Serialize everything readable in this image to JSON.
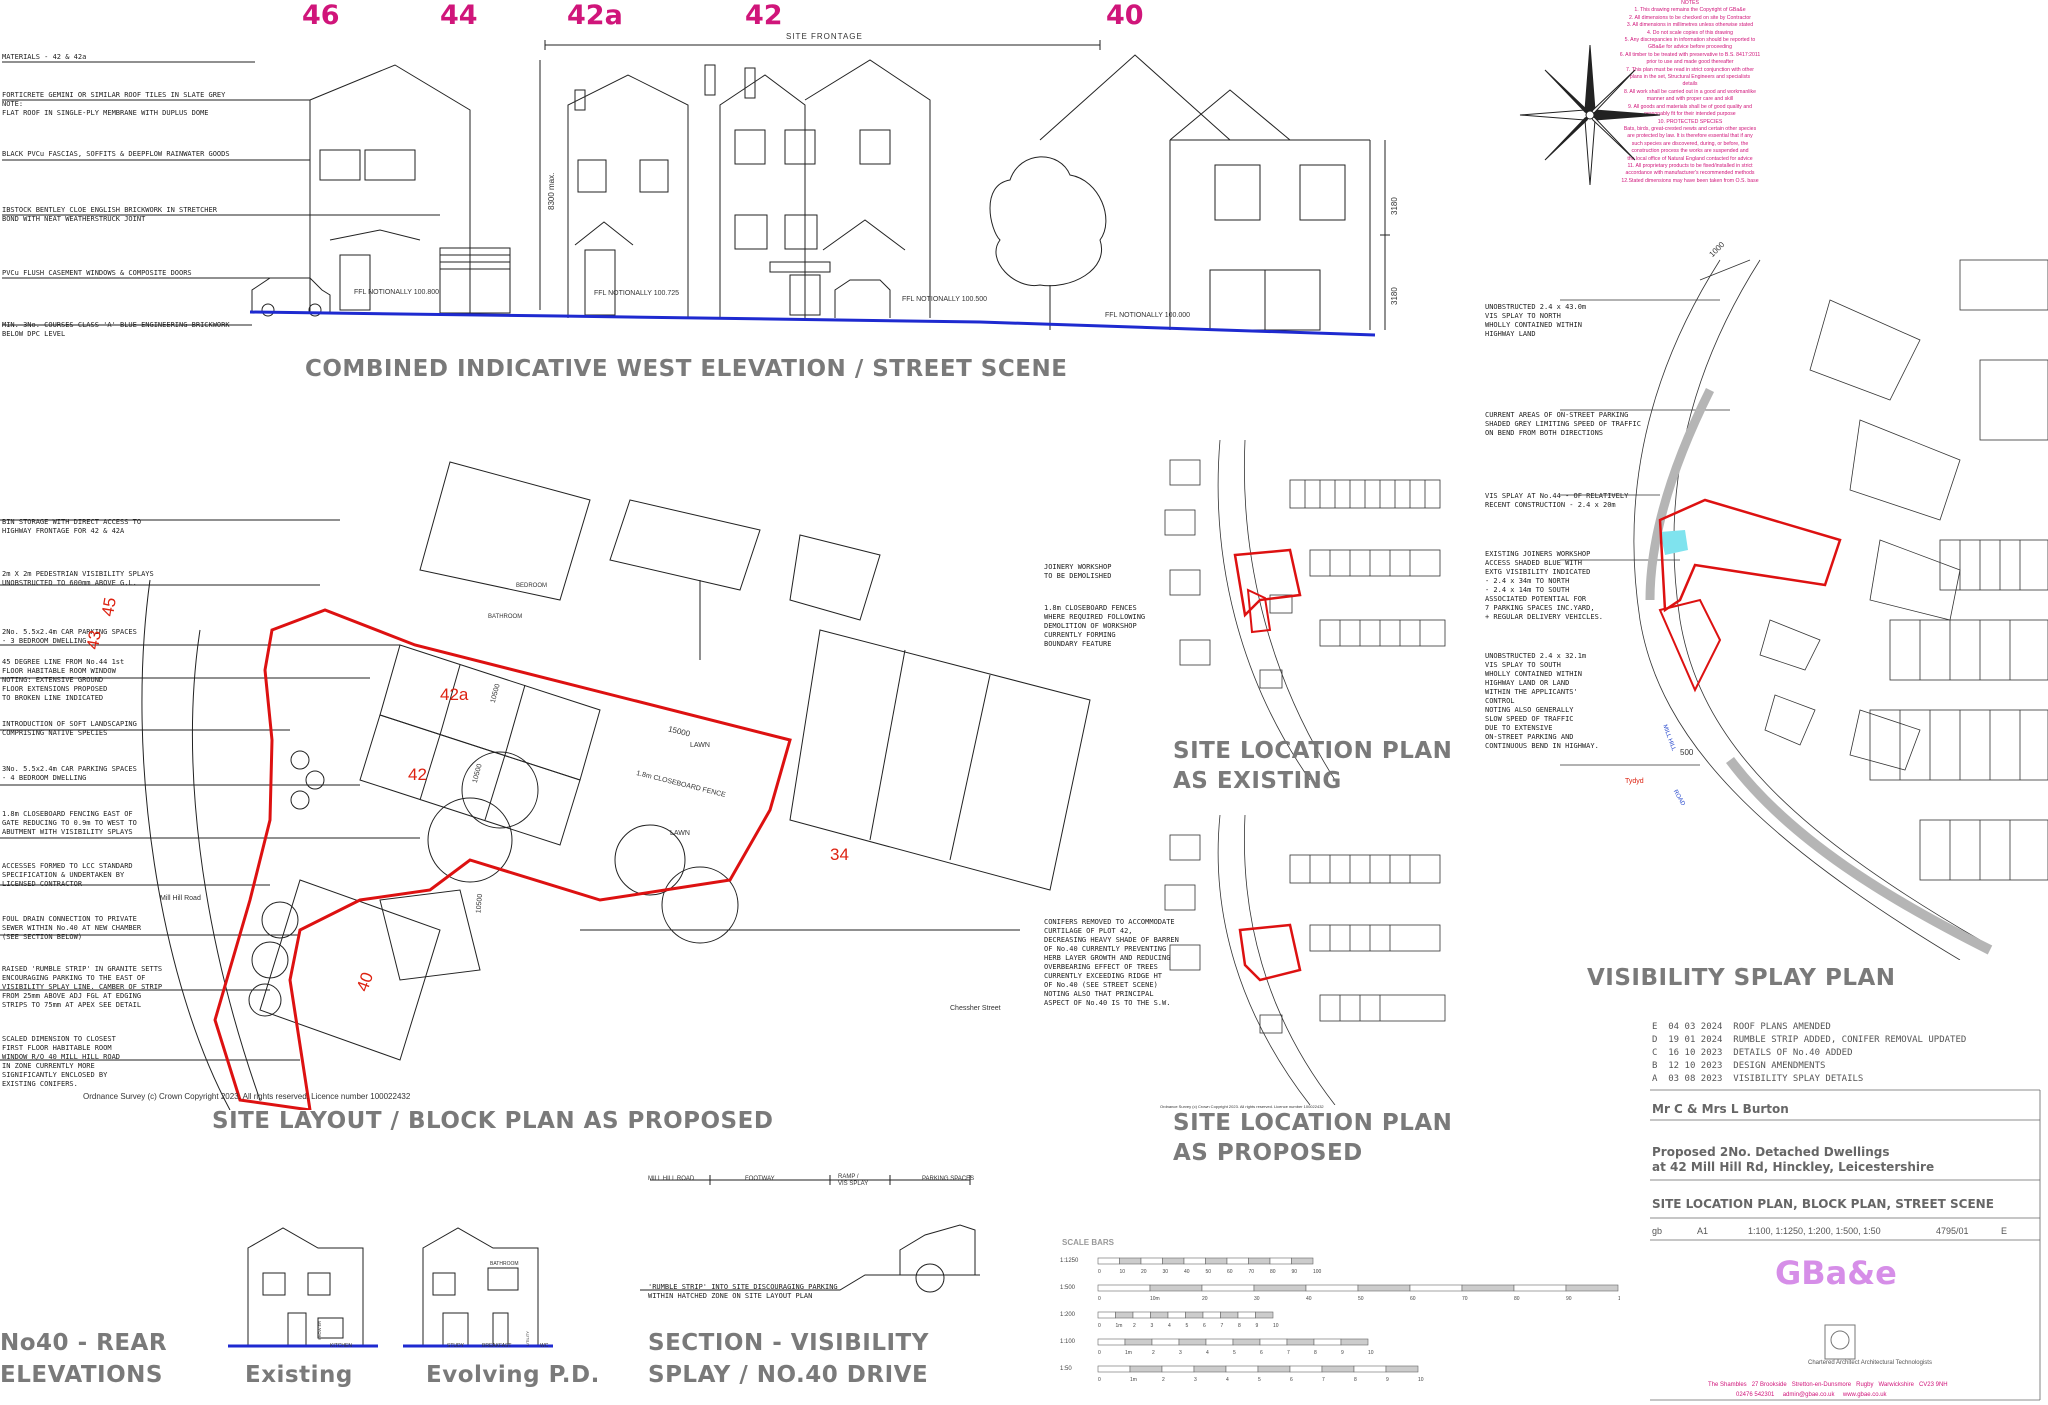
{
  "house_numbers": [
    "46",
    "44",
    "42a",
    "42",
    "40"
  ],
  "elevation": {
    "title": "COMBINED INDICATIVE WEST ELEVATION / STREET SCENE",
    "site_frontage": "SITE FRONTAGE",
    "height_label": "8300 max.",
    "dim_right_top": "3180",
    "dim_right_bottom": "3180",
    "ffl_1": "FFL NOTIONALLY 100.800",
    "ffl_2": "FFL NOTIONALLY 100.725",
    "ffl_3": "FFL NOTIONALLY 100.500",
    "ffl_4": "FFL NOTIONALLY 100.000",
    "notes": [
      "MATERIALS - 42 & 42a",
      "FORTICRETE GEMINI OR SIMILAR ROOF TILES IN SLATE GREY\nNOTE:\nFLAT ROOF IN SINGLE-PLY MEMBRANE WITH DUPLUS DOME",
      "BLACK PVCu FASCIAS, SOFFITS & DEEPFLOW RAINWATER GOODS",
      "IBSTOCK BENTLEY CLOE ENGLISH BRICKWORK IN STRETCHER\nBOND WITH NEAT WEATHERSTRUCK JOINT",
      "PVCu FLUSH CASEMENT WINDOWS & COMPOSITE DOORS",
      "MIN. 3No. COURSES CLASS 'A' BLUE ENGINEERING BRICKWORK\nBELOW DPC LEVEL"
    ]
  },
  "general_notes": [
    "NOTES",
    "1. This drawing remains the Copyright of GBa&e",
    "2. All dimensions to be checked on site by Contractor",
    "3. All dimensions in millimetres unless otherwise stated",
    "4. Do not scale copies of this drawing",
    "5. Any discrepancies in information should be reported to",
    "GBa&e for advice before proceeding",
    "6. All timber to be treated with preservative to B.S. 8417:2011",
    "prior to use and made good thereafter",
    "7. This plan must be read in strict conjunction with other",
    "plans in the set, Structural Engineers and specialists",
    "details",
    "8. All work shall be carried out in a good and workmanlike",
    "manner and with proper care and skill",
    "9. All goods and materials shall be of good quality and",
    "reasonably fit for their intended purpose",
    "10. PROTECTED SPECIES",
    "Bats, birds, great-crested newts and certain other species",
    "are protected by law. It is therefore essential that if any",
    "such species are discovered, during, or before, the",
    "construction process the works are suspended and",
    "the local office of Natural England contacted for advice",
    "11. All proprietary products to be fixed/installed in strict",
    "accordance with manufacturer's recommended methods",
    "12.Stated dimensions may have been taken from O.S. base"
  ],
  "block_plan": {
    "title": "SITE LAYOUT / BLOCK PLAN AS PROPOSED",
    "os_copyright": "Ordnance Survey (c) Crown Copyright 2023. All rights reserved. Licence number 100022432",
    "labels": {
      "plot_42a": "42a",
      "plot_42": "42",
      "plot_40": "40",
      "plot_34": "34",
      "plot_45": "45",
      "plot_43": "43",
      "lawn_1": "LAWN",
      "lawn_2": "LAWN",
      "dim_15000": "15000",
      "fence": "1.8m CLOSEBOARD FENCE",
      "mill_hill_road": "Mill Hill Road",
      "chessher_street": "Chessher Street",
      "bedroom": "BEDROOM",
      "bathroom": "BATHROOM",
      "dim_10500": "10500",
      "dim_10500b": "10500",
      "dim_10500c": "10500"
    },
    "notes": [
      "BIN STORAGE WITH DIRECT ACCESS TO\nHIGHWAY FRONTAGE FOR 42 & 42A",
      "2m X 2m PEDESTRIAN VISIBILITY SPLAYS\nUNOBSTRUCTED TO 600mm ABOVE G.L.",
      "2No. 5.5x2.4m CAR PARKING SPACES\n- 3 BEDROOM DWELLING",
      "45 DEGREE LINE FROM No.44 1st\nFLOOR HABITABLE ROOM WINDOW\nNOTING: EXTENSIVE GROUND\nFLOOR EXTENSIONS PROPOSED\nTO BROKEN LINE INDICATED",
      "INTRODUCTION OF SOFT LANDSCAPING\nCOMPRISING NATIVE SPECIES",
      "3No. 5.5x2.4m CAR PARKING SPACES\n- 4 BEDROOM DWELLING",
      "1.8m CLOSEBOARD FENCING EAST OF\nGATE REDUCING TO 0.9m TO WEST TO\nABUTMENT WITH VISIBILITY SPLAYS",
      "ACCESSES FORMED TO LCC STANDARD\nSPECIFICATION & UNDERTAKEN BY\nLICENSED CONTRACTOR",
      "FOUL DRAIN CONNECTION TO PRIVATE\nSEWER WITHIN No.40 AT NEW CHAMBER\n(SEE SECTION BELOW)",
      "RAISED 'RUMBLE STRIP' IN GRANITE SETTS\nENCOURAGING PARKING TO THE EAST OF\nVISIBILITY SPLAY LINE. CAMBER OF STRIP\nFROM 25mm ABOVE ADJ FGL AT EDGING\nSTRIPS TO 75mm AT APEX SEE DETAIL",
      "SCALED DIMENSION TO CLOSEST\nFIRST FLOOR HABITABLE ROOM\nWINDOW R/O 40 MILL HILL ROAD\nIN ZONE CURRENTLY MORE\nSIGNIFICANTLY ENCLOSED BY\nEXISTING CONIFERS."
    ]
  },
  "location_existing": {
    "title_line1": "SITE LOCATION PLAN",
    "title_line2": "AS EXISTING",
    "notes": [
      "JOINERY WORKSHOP\nTO BE DEMOLISHED",
      "1.8m CLOSEBOARD FENCES\nWHERE REQUIRED FOLLOWING\nDEMOLITION OF WORKSHOP\nCURRENTLY FORMING\nBOUNDARY FEATURE"
    ]
  },
  "location_proposed": {
    "title_line1": "SITE LOCATION PLAN",
    "title_line2": "AS PROPOSED",
    "os_note": "Ordnance Survey (c) Crown Copyright 2023. All rights reserved. Licence number 100022432",
    "note": "CONIFERS REMOVED TO ACCOMMODATE\nCURTILAGE OF PLOT 42,\nDECREASING HEAVY SHADE OF BARREN\nOF No.40 CURRENTLY PREVENTING\nHERB LAYER GROWTH AND REDUCING\nOVERBEARING EFFECT OF TREES\nCURRENTLY EXCEEDING RIDGE HT\nOF No.40 (SEE STREET SCENE)\nNOTING ALSO THAT PRINCIPAL\nASPECT OF No.40 IS TO THE S.W."
  },
  "visibility_plan": {
    "title": "VISIBILITY SPLAY PLAN",
    "road_1": "MILL HILL",
    "road_2": "ROAD",
    "dim_1000": "1000",
    "dim_500": "500",
    "tydyd": "Tydyd",
    "notes": [
      "UNOBSTRUCTED 2.4 x 43.0m\nVIS SPLAY TO NORTH\nWHOLLY CONTAINED WITHIN\nHIGHWAY LAND",
      "CURRENT AREAS OF ON-STREET PARKING\nSHADED GREY LIMITING SPEED OF TRAFFIC\nON BEND FROM BOTH DIRECTIONS",
      "VIS SPLAY AT No.44 - OF RELATIVELY\nRECENT CONSTRUCTION - 2.4 x 20m",
      "EXISTING JOINERS WORKSHOP\nACCESS SHADED BLUE WITH\nEXTG VISIBILITY INDICATED\n- 2.4 x 34m TO NORTH\n- 2.4 x 14m TO SOUTH\nASSOCIATED POTENTIAL FOR\n7 PARKING SPACES INC.YARD,\n+ REGULAR DELIVERY VEHICLES.",
      "UNOBSTRUCTED 2.4 x 32.1m\nVIS SPLAY TO SOUTH\nWHOLLY CONTAINED WITHIN\nHIGHWAY LAND OR LAND\nWITHIN THE APPLICANTS'\nCONTROL\nNOTING ALSO GENERALLY\nSLOW SPEED OF TRAFFIC\nDUE TO EXTENSIVE\nON-STREET PARKING AND\nCONTINUOUS BEND IN HIGHWAY."
    ]
  },
  "revisions": [
    {
      "rev": "E",
      "date": "04 03 2024",
      "desc": "ROOF PLANS AMENDED"
    },
    {
      "rev": "D",
      "date": "19 01 2024",
      "desc": "RUMBLE STRIP ADDED, CONIFER REMOVAL UPDATED"
    },
    {
      "rev": "C",
      "date": "16 10 2023",
      "desc": "DETAILS OF No.40 ADDED"
    },
    {
      "rev": "B",
      "date": "12 10 2023",
      "desc": "DESIGN AMENDMENTS"
    },
    {
      "rev": "A",
      "date": "03 08 2023",
      "desc": "VISIBILITY SPLAY DETAILS"
    }
  ],
  "title_block": {
    "client": "Mr C & Mrs L Burton",
    "project_line1": "Proposed 2No. Detached Dwellings",
    "project_line2": "at 42 Mill Hill Rd, Hinckley, Leicestershire",
    "drawing_title": "SITE LOCATION PLAN, BLOCK PLAN, STREET SCENE",
    "drawn": "gb",
    "size": "A1",
    "scales": "1:100, 1:1250, 1:200, 1:500, 1:50",
    "drawing_no": "4795/01",
    "revision": "E",
    "logo": "GBa&e",
    "practice": "Chartered Architect Architectural Technologists",
    "address_1": "The Shambles",
    "address_2": "27 Brookside",
    "address_3": "Stretton-en-Dunsmore",
    "address_4": "Rugby",
    "address_5": "Warwickshire",
    "address_6": "CV23 9NH",
    "phone": "02476 542301",
    "email": "admin@gbae.co.uk",
    "web": "www.gbae.co.uk"
  },
  "section": {
    "title_line1": "SECTION - VISIBILITY",
    "title_line2": "SPLAY / NO.40 DRIVE",
    "label_road": "MILL HILL ROAD",
    "label_footway": "FOOTWAY",
    "label_ramp": "RAMP /\nVIS SPLAY",
    "label_parking": "PARKING SPACES",
    "note": "'RUMBLE STRIP' INTO SITE DISCOURAGING PARKING\nWITHIN HATCHED ZONE ON SITE LAYOUT PLAN"
  },
  "rear_elevations": {
    "title_line1": "No40 - REAR",
    "title_line2": "ELEVATIONS",
    "existing": "Existing",
    "evolving": "Evolving P.D.",
    "labels": [
      "SHOW ER",
      "KITCHEN",
      "BATHROOM",
      "STUDY",
      "BREAKFAST",
      "UTILITY",
      "WC"
    ]
  },
  "scale_bars": {
    "title": "SCALE BARS",
    "rows": [
      {
        "scale": "1:1250",
        "ticks": [
          "0",
          "10",
          "20",
          "30",
          "40",
          "50",
          "60",
          "70",
          "80",
          "90",
          "100"
        ]
      },
      {
        "scale": "1:500",
        "ticks": [
          "0",
          "10m",
          "20",
          "30",
          "40",
          "50",
          "60",
          "70",
          "80",
          "90",
          "100"
        ]
      },
      {
        "scale": "1:200",
        "ticks": [
          "0",
          "1m",
          "2",
          "3",
          "4",
          "5",
          "6",
          "7",
          "8",
          "9",
          "10"
        ]
      },
      {
        "scale": "1:100",
        "ticks": [
          "0",
          "1m",
          "2",
          "3",
          "4",
          "5",
          "6",
          "7",
          "8",
          "9",
          "10"
        ]
      },
      {
        "scale": "1:50",
        "ticks": [
          "0",
          "1m",
          "2",
          "3",
          "4",
          "5",
          "6",
          "7",
          "8",
          "9",
          "10"
        ]
      }
    ]
  },
  "colors": {
    "accent": "#d0157a",
    "boundary": "#dd1111",
    "ground": "#1e2ad0",
    "title_grey": "#7a7a7a",
    "logo": "#d68ee8",
    "shade_blue": "#7fe3ee",
    "road_grey": "#b5b5b5"
  }
}
